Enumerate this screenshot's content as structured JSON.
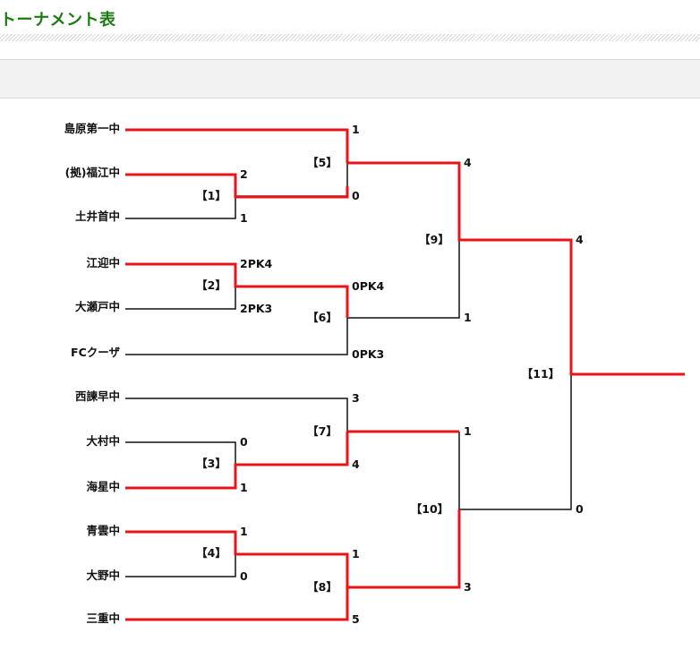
{
  "page": {
    "title": "トーナメント表"
  },
  "teams": [
    "島原第一中",
    "(拠)福江中",
    "土井首中",
    "江迎中",
    "大瀬戸中",
    "FCクーザ",
    "西諫早中",
    "大村中",
    "海星中",
    "青雲中",
    "大野中",
    "三重中"
  ],
  "matches": {
    "m1": {
      "label": "【1】",
      "top_score": "2",
      "bottom_score": "1"
    },
    "m2": {
      "label": "【2】",
      "top_score": "2PK4",
      "bottom_score": "2PK3"
    },
    "m3": {
      "label": "【3】",
      "top_score": "0",
      "bottom_score": "1"
    },
    "m4": {
      "label": "【4】",
      "top_score": "1",
      "bottom_score": "0"
    },
    "m5": {
      "label": "【5】",
      "top_score": "1",
      "bottom_score": "0"
    },
    "m6": {
      "label": "【6】",
      "top_score": "0PK4",
      "bottom_score": "0PK3"
    },
    "m7": {
      "label": "【7】",
      "top_score": "3",
      "bottom_score": "4"
    },
    "m8": {
      "label": "【8】",
      "top_score": "1",
      "bottom_score": "5"
    },
    "m9": {
      "label": "【9】",
      "top_score": "4",
      "bottom_score": "1"
    },
    "m10": {
      "label": "【10】",
      "top_score": "1",
      "bottom_score": "3"
    },
    "m11": {
      "label": "【11】",
      "top_score": "4",
      "bottom_score": "0"
    }
  },
  "colors": {
    "winner_line": "#e8141a",
    "loser_line": "#111111",
    "title": "#1d7a12",
    "header_bar": "#f2f2f2"
  }
}
